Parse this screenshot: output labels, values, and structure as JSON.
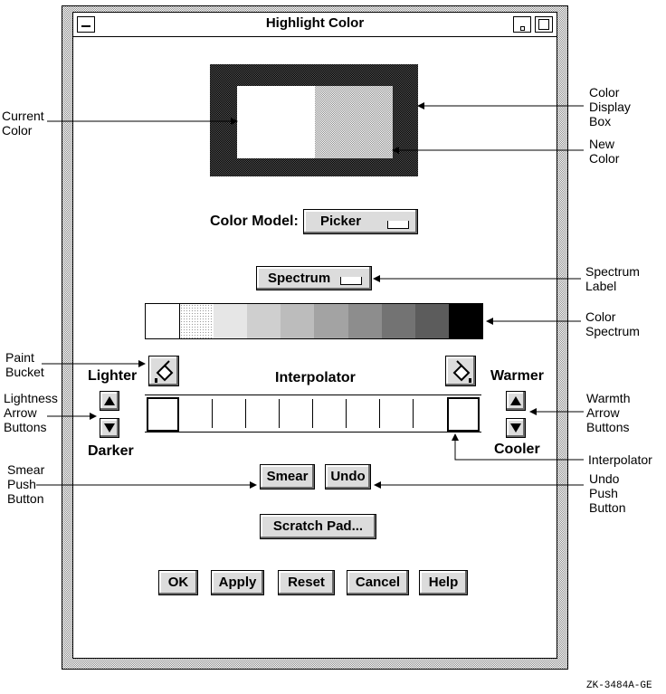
{
  "window": {
    "title": "Highlight Color"
  },
  "color_model": {
    "label": "Color Model:",
    "value": "Picker"
  },
  "spectrum_button": "Spectrum",
  "interpolator": {
    "title": "Interpolator",
    "lighter": "Lighter",
    "darker": "Darker",
    "warmer": "Warmer",
    "cooler": "Cooler"
  },
  "buttons": {
    "smear": "Smear",
    "undo": "Undo",
    "scratch_pad": "Scratch Pad...",
    "ok": "OK",
    "apply": "Apply",
    "reset": "Reset",
    "cancel": "Cancel",
    "help": "Help"
  },
  "callouts": {
    "current_color": "Current Color",
    "color_display_box": "Color Display Box",
    "new_color": "New Color",
    "spectrum_label": "Spectrum Label",
    "color_spectrum": "Color Spectrum",
    "paint_bucket": "Paint Bucket",
    "lightness_arrow_buttons": "Lightness Arrow Buttons",
    "warmth_arrow_buttons": "Warmth Arrow Buttons",
    "interpolator": "Interpolator",
    "smear_push_button": "Smear Push Button",
    "undo_push_button": "Undo Push Button"
  },
  "figure_id": "ZK-3484A-GE",
  "icons": [
    "menu-icon",
    "minimize-icon",
    "maximize-icon",
    "paint-bucket-icon",
    "arrow-up-icon",
    "arrow-down-icon"
  ]
}
